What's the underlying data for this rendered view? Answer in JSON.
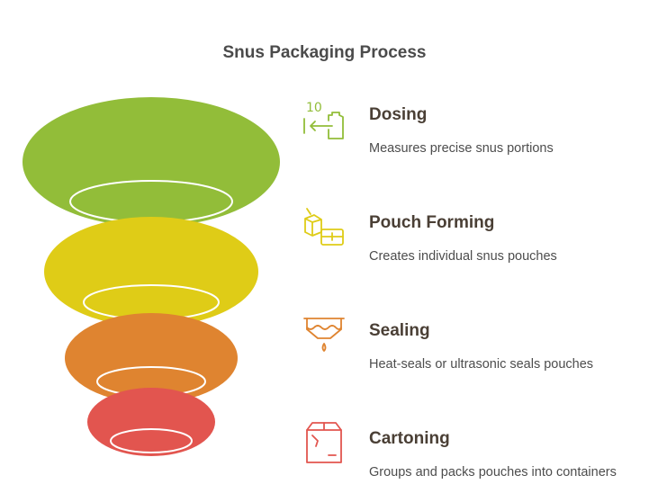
{
  "title": "Snus Packaging Process",
  "colors": {
    "dosing": "#92bd39",
    "pouch_forming": "#dfcc17",
    "sealing": "#df8430",
    "cartoning": "#e2554f"
  },
  "steps": [
    {
      "title": "Dosing",
      "description": "Measures precise snus portions",
      "icon": "scale-dosing-icon",
      "icon_text": "10"
    },
    {
      "title": "Pouch Forming",
      "description": "Creates individual snus pouches",
      "icon": "pouch-forming-icon"
    },
    {
      "title": "Sealing",
      "description": "Heat-seals or ultrasonic seals pouches",
      "icon": "sealing-icon"
    },
    {
      "title": "Cartoning",
      "description": "Groups and packs pouches into containers",
      "icon": "carton-box-icon"
    }
  ]
}
